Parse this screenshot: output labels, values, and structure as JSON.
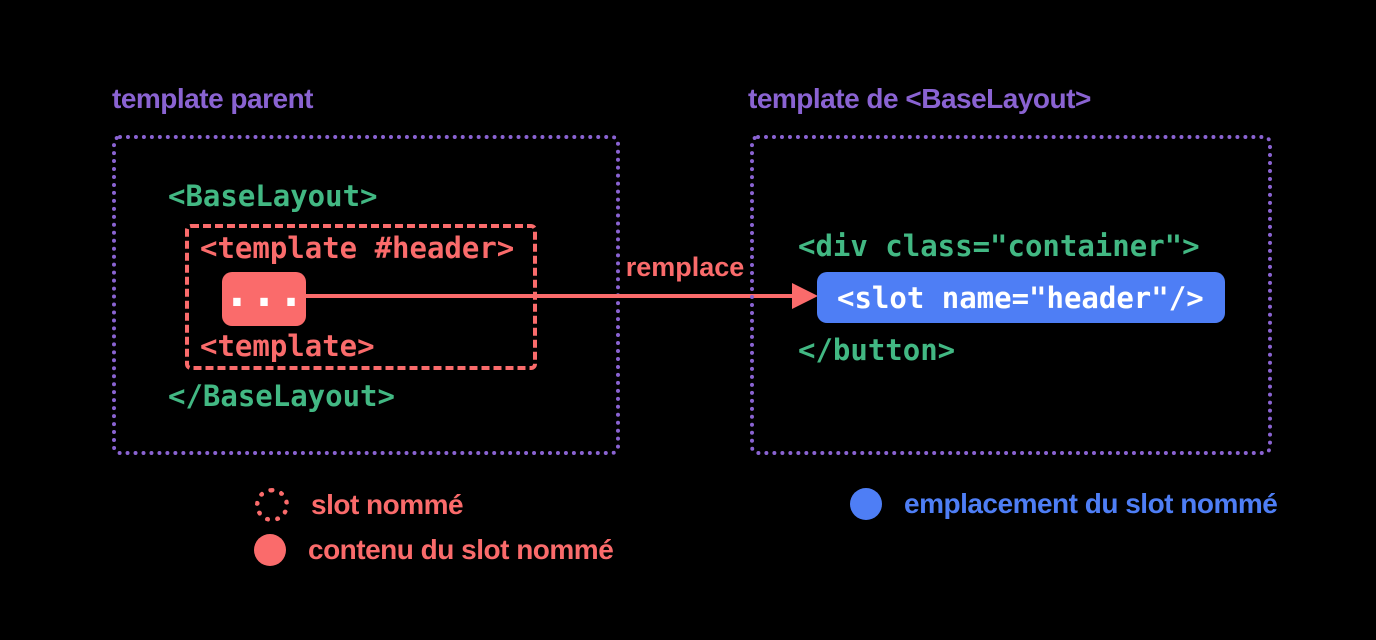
{
  "colors": {
    "background": "#000000",
    "purple": "#8a63d2",
    "green": "#42b883",
    "red": "#fa6b6b",
    "blue": "#4e7ef5",
    "white": "#ffffff"
  },
  "left_panel": {
    "title": "template parent",
    "code_open": "<BaseLayout>",
    "code_close": "</BaseLayout>",
    "named_slot": {
      "code_open": "<template #header>",
      "code_close": "<template>",
      "content": {
        "icon": "ellipsis-icon",
        "label": "..."
      }
    }
  },
  "arrow": {
    "label": "remplace"
  },
  "right_panel": {
    "title": "template de <BaseLayout>",
    "code_open": "<div class=\"container\">",
    "slot_placeholder": "<slot name=\"header\"/>",
    "code_close": "</button>"
  },
  "legend": {
    "items": [
      {
        "icon": "dotted-circle-icon",
        "label": "slot nommé",
        "color": "#fa6b6b"
      },
      {
        "icon": "filled-circle-icon",
        "label": "contenu du slot nommé",
        "color": "#fa6b6b"
      },
      {
        "icon": "filled-circle-icon",
        "label": "emplacement du slot nommé",
        "color": "#4e7ef5"
      }
    ]
  }
}
